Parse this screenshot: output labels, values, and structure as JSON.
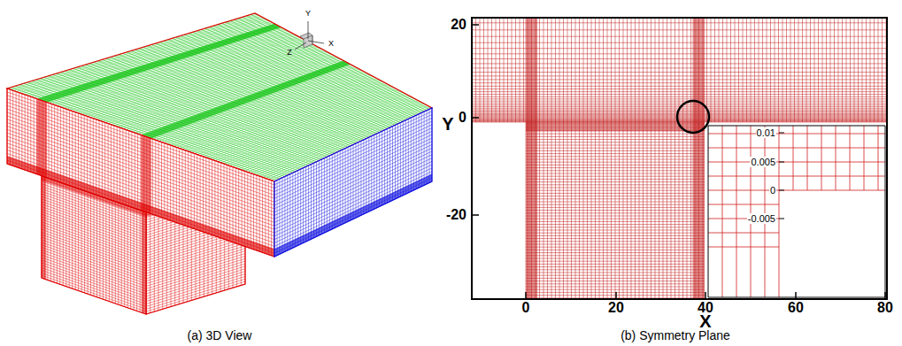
{
  "diagram": {
    "labels": [
      "Y",
      "Z",
      "X",
      "20",
      "0",
      "-20",
      "Y",
      "0",
      "20",
      "40",
      "60",
      "80",
      "X",
      "0.01",
      "0.005",
      "0",
      "-0.005",
      "(a) 3D View",
      "(b) Symmetry Plane"
    ]
  }
}
